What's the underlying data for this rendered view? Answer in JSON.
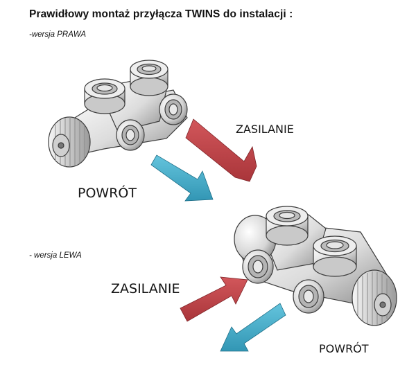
{
  "title": "Prawidłowy montaż przyłącza TWINS do instalacji :",
  "variants": {
    "right": "-wersja PRAWA",
    "left": "- wersja LEWA"
  },
  "labels": {
    "supply_top": "ZASILANIE",
    "return_top": "POWRÓT",
    "supply_bottom": "ZASILANIE",
    "return_bottom": "POWRÓT"
  },
  "colors": {
    "supply_arrow": "#c8464b",
    "return_arrow": "#4fb4d0"
  }
}
